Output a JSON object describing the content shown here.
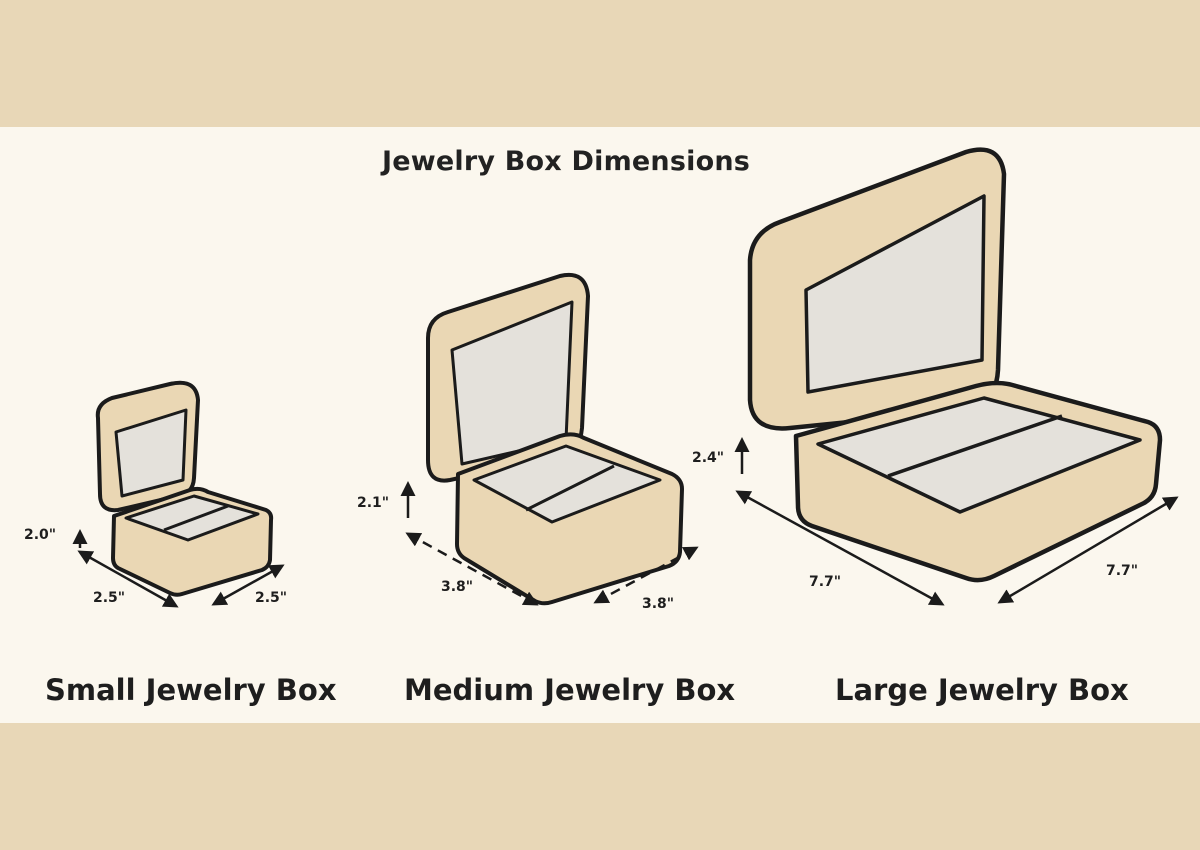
{
  "title": "Jewelry Box Dimensions",
  "colors": {
    "outer_band": "#e8d7b7",
    "panel": "#fbf7ee",
    "box_body": "#ead7b4",
    "box_lining": "#e4e1db",
    "outline": "#1b1b1b"
  },
  "boxes": [
    {
      "name": "Small Jewelry Box",
      "height": "2.0\"",
      "width": "2.5\"",
      "depth": "2.5\"",
      "arrow_style": "solid"
    },
    {
      "name": "Medium Jewelry Box",
      "height": "2.1\"",
      "width": "3.8\"",
      "depth": "3.8\"",
      "arrow_style": "dashed"
    },
    {
      "name": "Large Jewelry Box",
      "height": "2.4\"",
      "width": "7.7\"",
      "depth": "7.7\"",
      "arrow_style": "solid"
    }
  ]
}
